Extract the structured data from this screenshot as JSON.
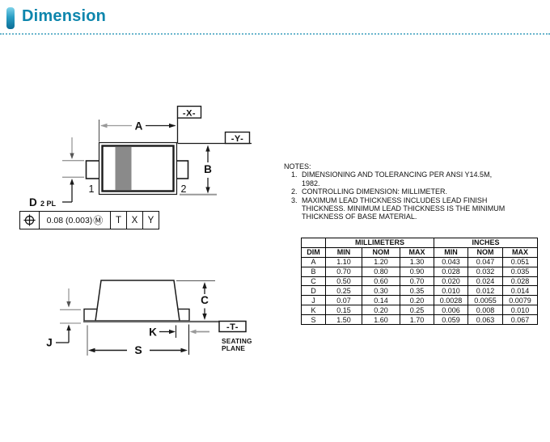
{
  "header": {
    "title": "Dimension"
  },
  "drawing": {
    "top_view": {
      "datum_x": "-X-",
      "datum_y": "-Y-",
      "dim_a": "A",
      "dim_b": "B",
      "dim_d": "D",
      "dim_d_qty": "2 PL",
      "pin_1": "1",
      "pin_2": "2",
      "tolerance_frame": {
        "tolerance": "0.08 (0.003)",
        "material_modifier": "Ⓜ",
        "datums": [
          "T",
          "X",
          "Y"
        ]
      }
    },
    "side_view": {
      "dim_c": "C",
      "dim_j": "J",
      "dim_k": "K",
      "dim_s": "S",
      "datum_t": "-T-",
      "seating_plane_line1": "SEATING",
      "seating_plane_line2": "PLANE"
    },
    "colors": {
      "body_band": "#8a8a8a",
      "accent_teal": "#0e86ad"
    }
  },
  "notes": {
    "heading": "NOTES:",
    "items": [
      {
        "num": "1.",
        "text": "DIMENSIONING AND TOLERANCING PER ANSI Y14.5M,\n1982."
      },
      {
        "num": "2.",
        "text": "CONTROLLING DIMENSION: MILLIMETER."
      },
      {
        "num": "3.",
        "text": "MAXIMUM LEAD THICKNESS INCLUDES LEAD FINISH\nTHICKNESS. MINIMUM LEAD THICKNESS IS THE MINIMUM\nTHICKNESS OF BASE MATERIAL."
      }
    ]
  },
  "table": {
    "corner_label": "DIM",
    "group_headers": [
      "MILLIMETERS",
      "INCHES"
    ],
    "sub_headers": [
      "MIN",
      "NOM",
      "MAX",
      "MIN",
      "NOM",
      "MAX"
    ],
    "rows": [
      {
        "dim": "A",
        "values": [
          "1.10",
          "1.20",
          "1.30",
          "0.043",
          "0.047",
          "0.051"
        ]
      },
      {
        "dim": "B",
        "values": [
          "0.70",
          "0.80",
          "0.90",
          "0.028",
          "0.032",
          "0.035"
        ]
      },
      {
        "dim": "C",
        "values": [
          "0.50",
          "0.60",
          "0.70",
          "0.020",
          "0.024",
          "0.028"
        ]
      },
      {
        "dim": "D",
        "values": [
          "0.25",
          "0.30",
          "0.35",
          "0.010",
          "0.012",
          "0.014"
        ]
      },
      {
        "dim": "J",
        "values": [
          "0.07",
          "0.14",
          "0.20",
          "0.0028",
          "0.0055",
          "0.0079"
        ]
      },
      {
        "dim": "K",
        "values": [
          "0.15",
          "0.20",
          "0.25",
          "0.006",
          "0.008",
          "0.010"
        ]
      },
      {
        "dim": "S",
        "values": [
          "1.50",
          "1.60",
          "1.70",
          "0.059",
          "0.063",
          "0.067"
        ]
      }
    ]
  }
}
